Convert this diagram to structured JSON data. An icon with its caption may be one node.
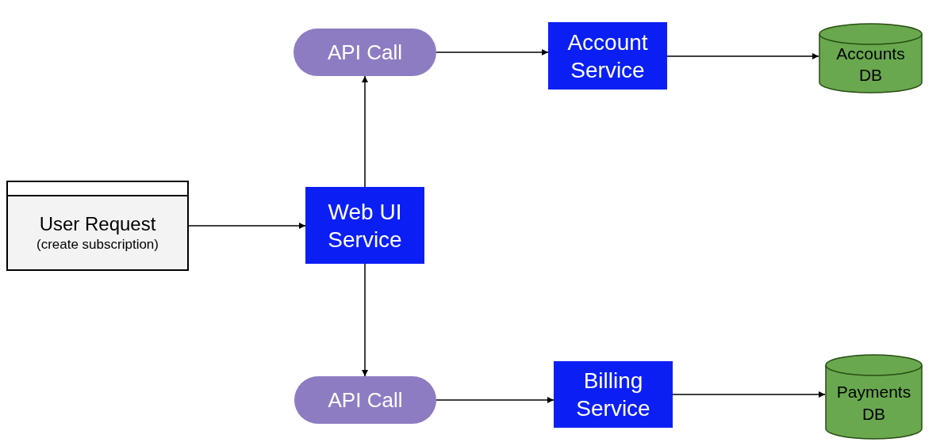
{
  "diagram": {
    "nodes": [
      {
        "text": [
          "User Request",
          "(create subscription)"
        ]
      },
      {
        "text": [
          "Web UI Service"
        ]
      },
      {
        "text": [
          "API Call"
        ]
      },
      {
        "text": [
          "Account Service"
        ]
      },
      {
        "text": [
          "Accounts DB"
        ]
      },
      {
        "text": [
          "API Call"
        ]
      },
      {
        "text": [
          "Billing Service"
        ]
      },
      {
        "text": [
          "Payments DB"
        ]
      }
    ],
    "edges": [
      {
        "from": 0,
        "to": 1,
        "arrow": "to"
      },
      {
        "from": 1,
        "to": 2,
        "arrow": "to"
      },
      {
        "from": 2,
        "to": 3,
        "arrow": "to"
      },
      {
        "from": 3,
        "to": 4,
        "arrow": "to"
      },
      {
        "from": 1,
        "to": 5,
        "arrow": "to"
      },
      {
        "from": 5,
        "to": 6,
        "arrow": "to"
      },
      {
        "from": 6,
        "to": 7,
        "arrow": "to"
      }
    ]
  }
}
